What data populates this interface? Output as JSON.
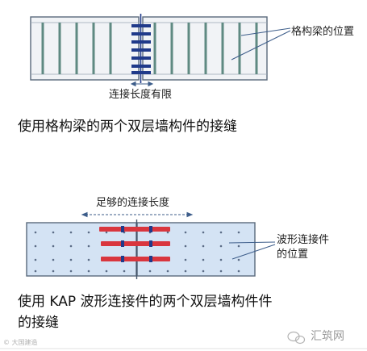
{
  "colors": {
    "panel_fill_top": "#f1f3f6",
    "panel_fill_bottom": "#d4e3f4",
    "panel_stroke": "#5a6a7c",
    "girder": "#5f8a82",
    "connector_top": "#203a8a",
    "connector_bottom": "#d9363e",
    "dot": "#5b6c86",
    "leader": "#3d5d8a"
  },
  "top_panel": {
    "label_position": "格构梁的位置",
    "label_length": "连接长度有限",
    "caption": "使用格构梁的两个双层墙构件的接缝"
  },
  "bottom_panel": {
    "label_length": "足够的连接长度",
    "label_position_line1": "波形连接件",
    "label_position_line2": "的位置",
    "caption_line1": "使用 KAP 波形连接件的两个双层墙构件件",
    "caption_line2": "的接缝"
  },
  "watermark": {
    "left_text": "© 大国建造",
    "right_text": "汇筑网",
    "right_icon": "wechat-icon"
  }
}
